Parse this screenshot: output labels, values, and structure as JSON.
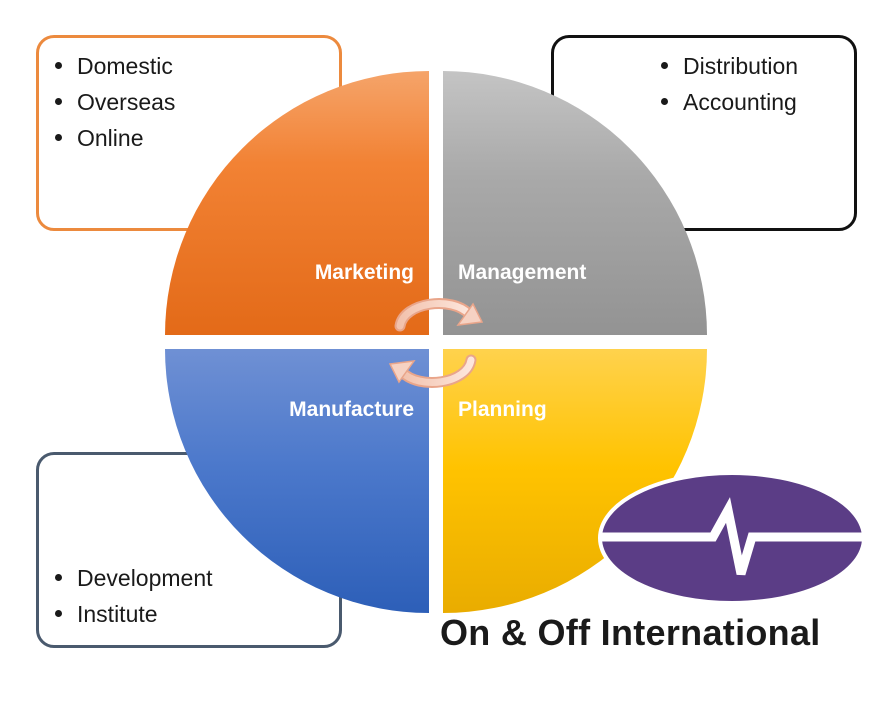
{
  "quadrants": {
    "marketing": "Marketing",
    "management": "Management",
    "manufacture": "Manufacture",
    "planning": "Planning"
  },
  "lists": {
    "marketing_items": [
      "Domestic",
      "Overseas",
      "Online"
    ],
    "management_items": [
      "Distribution",
      "Accounting"
    ],
    "manufacture_items": [
      "Development",
      "Institute"
    ]
  },
  "brand": {
    "name": "On & Off International"
  },
  "colors": {
    "marketing": "#f07f2e",
    "management": "#a6a6a6",
    "manufacture": "#4472c4",
    "planning": "#ffc000",
    "logo": "#5b3d86"
  }
}
